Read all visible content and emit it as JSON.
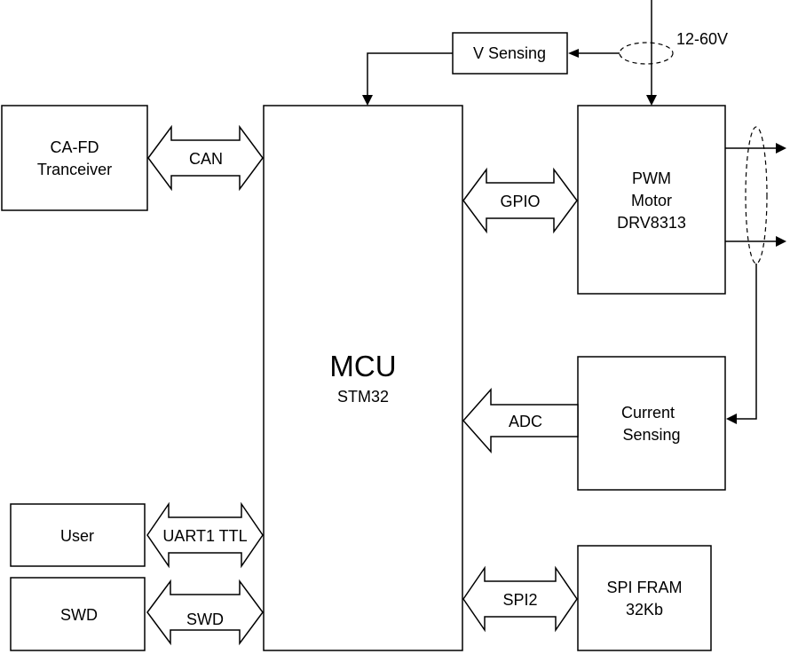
{
  "blocks": {
    "mcu": {
      "title": "MCU",
      "subtitle": "STM32"
    },
    "cafd": {
      "line1": "CA-FD",
      "line2": "Tranceiver"
    },
    "vsensing": {
      "label": "V Sensing"
    },
    "pwm": {
      "line1": "PWM",
      "line2": "Motor",
      "line3": "DRV8313"
    },
    "current": {
      "line1": "Current",
      "line2": "Sensing"
    },
    "user": {
      "label": "User"
    },
    "swd": {
      "label": "SWD"
    },
    "fram": {
      "line1": "SPI FRAM",
      "line2": "32Kb"
    }
  },
  "buses": {
    "can": "CAN",
    "gpio": "GPIO",
    "adc": "ADC",
    "uart": "UART1 TTL",
    "swd": "SWD",
    "spi": "SPI2"
  },
  "power": {
    "label": "12-60V"
  }
}
